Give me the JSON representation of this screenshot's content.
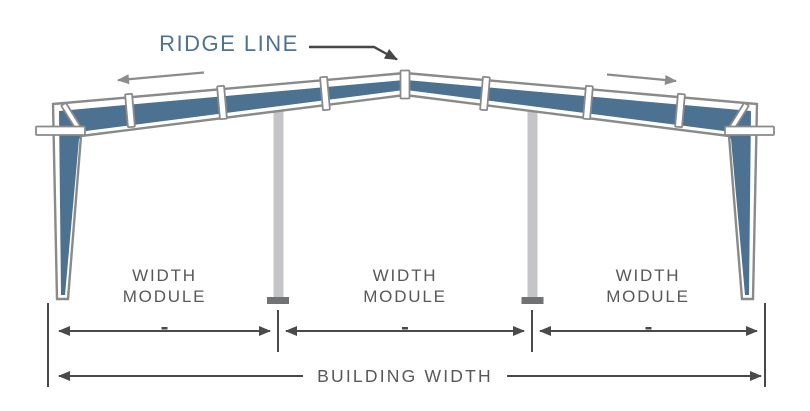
{
  "diagram": {
    "ridge_callout": {
      "label": "RIDGE LINE"
    },
    "modules": [
      {
        "line1": "WIDTH",
        "line2": "MODULE"
      },
      {
        "line1": "WIDTH",
        "line2": "MODULE"
      },
      {
        "line1": "WIDTH",
        "line2": "MODULE"
      }
    ],
    "building_width_label": "BUILDING WIDTH",
    "colors": {
      "frame_web": "#4d7190",
      "frame_outline": "#8a8a8a",
      "frame_fill": "#ffffff",
      "interior_column": "#c5c5c7",
      "base_plate": "#717274",
      "dimension": "#4a4a4a",
      "roof_arrow": "#8c8c8c",
      "label_text": "#57585a",
      "ridge_text": "#4d7390"
    }
  }
}
